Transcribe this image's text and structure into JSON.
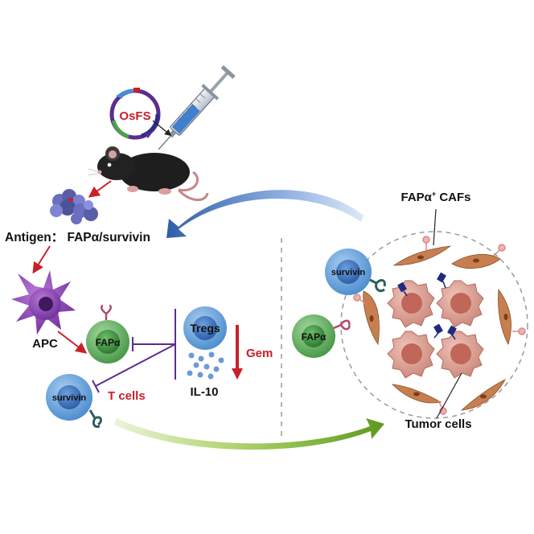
{
  "labels": {
    "plasmid": "OsFS",
    "antigen": "Antigen： FAPα/survivin",
    "apc": "APC",
    "fap_cell": "FAPα",
    "survivin_cell": "survivin",
    "t_cells": "T cells",
    "tregs": "Tregs",
    "il10": "IL-10",
    "gem": "Gem",
    "cafs": "FAPα",
    "cafs_sup": "+",
    "cafs_suffix": " CAFs",
    "tumor_cells": "Tumor cells",
    "right_survivin": "survivin",
    "right_fap": "FAPα"
  },
  "colors": {
    "red": "#c8202a",
    "purple": "#5b2d8e",
    "blue_cell": "#5b9bd5",
    "green_cell": "#5aaa5a",
    "tumor": "#c97a6f",
    "caf": "#c87f4f",
    "arrow_blue": "#4a72b8",
    "arrow_green": "#8fbf3a"
  },
  "icons": {
    "mouse": "mouse-icon",
    "syringe": "syringe-icon",
    "plasmid": "plasmid-icon",
    "protein": "protein-icon"
  }
}
